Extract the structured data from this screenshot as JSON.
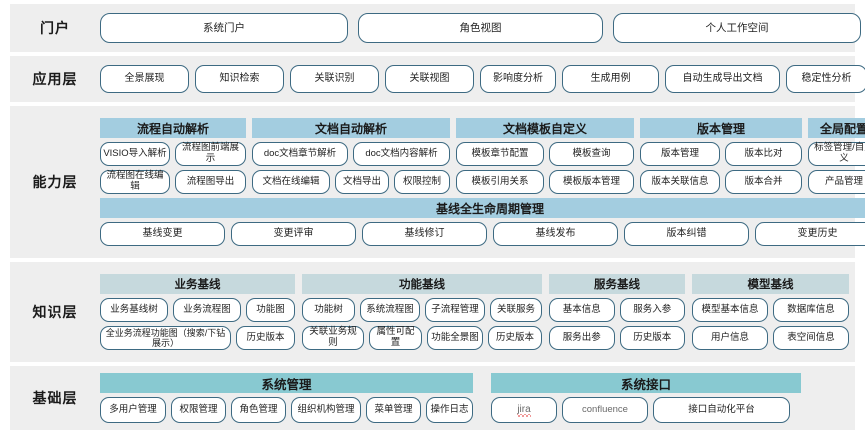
{
  "colors": {
    "band_bg": "#eeeeee",
    "pill_border": "#3d6a82",
    "capability_header": "#a3cde0",
    "knowledge_header": "#c6d9dd",
    "base_header": "#88c9d1",
    "page_bg": "#ffffff"
  },
  "layers": [
    {
      "id": "portal",
      "label": "门户",
      "buttons": [
        "系统门户",
        "角色视图",
        "个人工作空间"
      ]
    },
    {
      "id": "application",
      "label": "应用层",
      "buttons": [
        "全景展现",
        "知识检索",
        "关联识别",
        "关联视图",
        "影响度分析",
        "生成用例",
        "自动生成导出文档",
        "稳定性分析"
      ]
    },
    {
      "id": "capability",
      "label": "能力层",
      "groups": [
        {
          "title": "流程自动解析",
          "rows": [
            [
              "VISIO导入解析",
              "流程图前端展示"
            ],
            [
              "流程图在线编辑",
              "流程图导出"
            ]
          ]
        },
        {
          "title": "文档自动解析",
          "rows": [
            [
              "doc文档章节解析",
              "doc文档内容解析"
            ],
            [
              "文档在线编辑",
              "文档导出",
              "权限控制"
            ]
          ]
        },
        {
          "title": "文档模板自定义",
          "rows": [
            [
              "模板章节配置",
              "模板查询"
            ],
            [
              "模板引用关系",
              "模板版本管理"
            ]
          ]
        },
        {
          "title": "版本管理",
          "rows": [
            [
              "版本管理",
              "版本比对"
            ],
            [
              "版本关联信息",
              "版本合并"
            ]
          ]
        },
        {
          "title": "全局配置",
          "rows": [
            [
              "标签管理/自定义"
            ],
            [
              "产品管理"
            ]
          ]
        }
      ],
      "lifecycle": {
        "title": "基线全生命周期管理",
        "buttons": [
          "基线变更",
          "变更评审",
          "基线修订",
          "基线发布",
          "版本纠错",
          "变更历史"
        ]
      }
    },
    {
      "id": "knowledge",
      "label": "知识层",
      "groups": [
        {
          "title": "业务基线",
          "rows": [
            [
              "业务基线树",
              "业务流程图",
              "功能图"
            ],
            [
              "全业务流程功能图（搜索/下钻展示）",
              "历史版本"
            ]
          ]
        },
        {
          "title": "功能基线",
          "rows": [
            [
              "功能树",
              "系统流程图",
              "子流程管理",
              "关联服务"
            ],
            [
              "关联业务规则",
              "属性可配置",
              "功能全景图",
              "历史版本"
            ]
          ]
        },
        {
          "title": "服务基线",
          "rows": [
            [
              "基本信息",
              "服务入参"
            ],
            [
              "服务出参",
              "历史版本"
            ]
          ]
        },
        {
          "title": "模型基线",
          "rows": [
            [
              "模型基本信息",
              "数据库信息"
            ],
            [
              "用户信息",
              "表空间信息"
            ]
          ]
        }
      ]
    },
    {
      "id": "base",
      "label": "基础层",
      "groups": [
        {
          "title": "系统管理",
          "rows": [
            [
              "多用户管理",
              "权限管理",
              "角色管理",
              "组织机构管理",
              "菜单管理",
              "操作日志"
            ]
          ]
        },
        {
          "title": "系统接口",
          "rows": [
            [
              "jira",
              "confluence",
              "接口自动化平台"
            ]
          ]
        }
      ]
    }
  ]
}
